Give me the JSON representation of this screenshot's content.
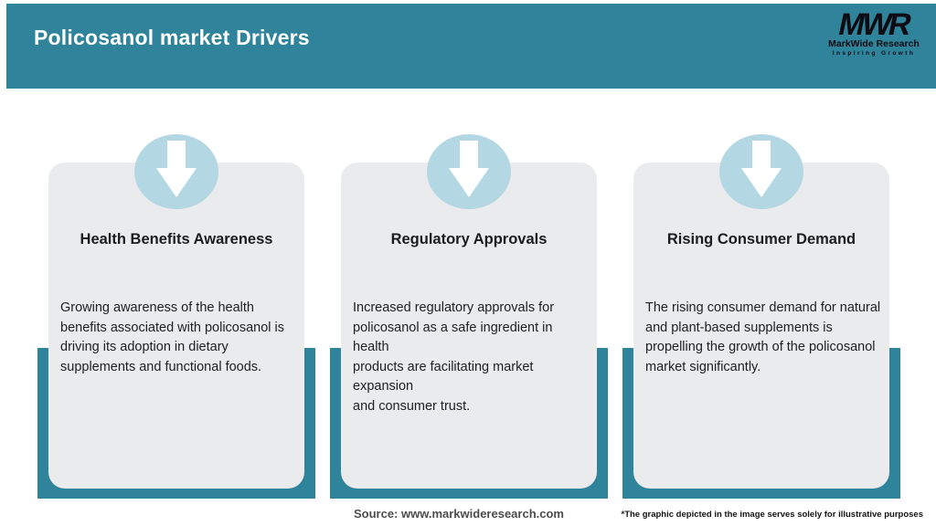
{
  "header": {
    "title": "Policosanol market Drivers",
    "logo": {
      "acronym": "MWR",
      "company": "MarkWide Research",
      "tagline": "Inspiring Growth"
    }
  },
  "cards": [
    {
      "icon": "down-arrow-icon",
      "title": "Health Benefits Awareness",
      "description": "Growing awareness of the health\nbenefits associated with policosanol is\ndriving its adoption in dietary\nsupplements and functional foods."
    },
    {
      "icon": "down-arrow-icon",
      "title": "Regulatory Approvals",
      "description": "Increased regulatory approvals for\npolicosanol as a safe ingredient in health\nproducts are facilitating market expansion\nand consumer trust."
    },
    {
      "icon": "down-arrow-icon",
      "title": "Rising Consumer Demand",
      "description": "The rising consumer demand for natural\nand plant-based supplements is\npropelling the growth of the policosanol\nmarket significantly."
    }
  ],
  "footer": {
    "source": "Source: www.markwideresearch.com",
    "disclaimer": "*The graphic depicted in the image serves solely for illustrative purposes"
  },
  "colors": {
    "header_teal": "#2F839B",
    "card_shadow_teal": "#2F839B",
    "card_bg": "#E9EBEC",
    "icon_circle_blue": "#B4D8E3",
    "arrow_white": "#FFFFFF"
  }
}
